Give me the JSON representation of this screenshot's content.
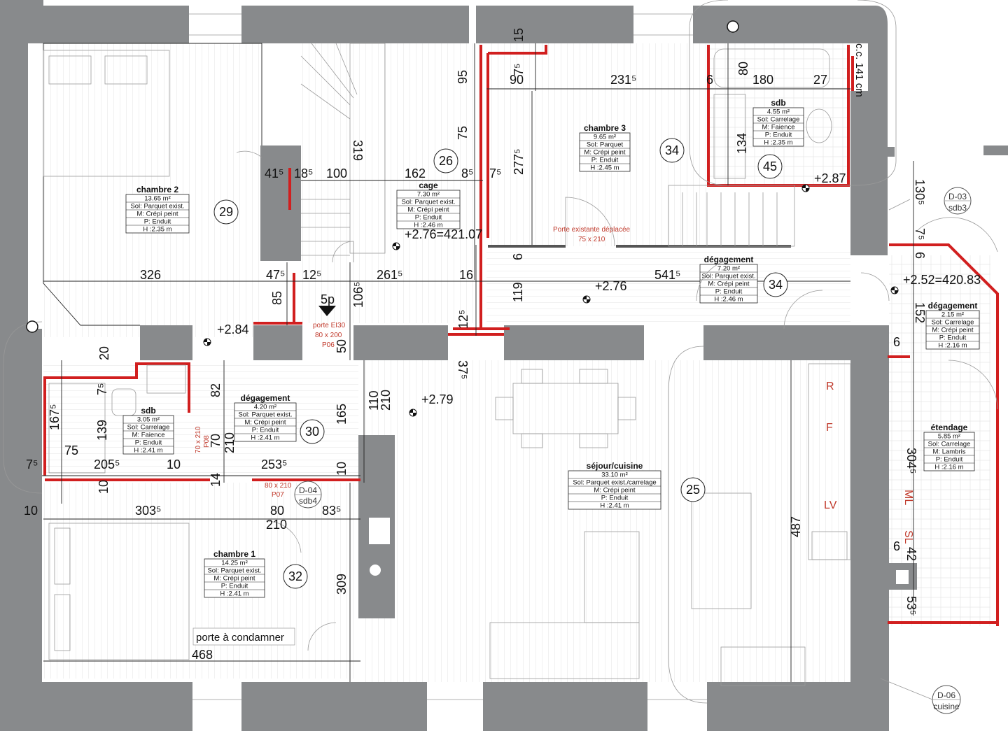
{
  "rooms": [
    {
      "id": "chambre2",
      "name": "chambre 2",
      "area": "13.65 m²",
      "sol": "Sol: Parquet exist.",
      "mur": "M: Crépi peint",
      "plafond": "P: Enduit",
      "hauteur": "H :2.35 m",
      "number": "29"
    },
    {
      "id": "cage",
      "name": "cage",
      "area": "7.30 m²",
      "sol": "Sol: Parquet exist.",
      "mur": "M: Crépi peint",
      "plafond": "P: Enduit",
      "hauteur": "H :2.46 m",
      "number": "26"
    },
    {
      "id": "chambre3",
      "name": "chambre 3",
      "area": "9.65 m²",
      "sol": "Sol: Parquet",
      "mur": "M: Crépi peint",
      "plafond": "P: Enduit",
      "hauteur": "H :2.45 m",
      "number": "34"
    },
    {
      "id": "sdb_top",
      "name": "sdb",
      "area": "4.55 m²",
      "sol": "Sol: Carrelage",
      "mur": "M: Faience",
      "plafond": "P: Enduit",
      "hauteur": "H :2.35 m",
      "number": "45"
    },
    {
      "id": "degagement_top",
      "name": "dégagement",
      "area": "7.20 m²",
      "sol": "Sol: Parquet exist.",
      "mur": "M: Crépi peint",
      "plafond": "P: Enduit",
      "hauteur": "H :2.46 m",
      "number": "34"
    },
    {
      "id": "degagement_right",
      "name": "dégagement",
      "area": "2.15 m²",
      "sol": "Sol: Carrelage",
      "mur": "M: Crépi peint",
      "plafond": "P: Enduit",
      "hauteur": "H :2.16 m"
    },
    {
      "id": "sdb_left",
      "name": "sdb",
      "area": "3.05 m²",
      "sol": "Sol: Carrelage",
      "mur": "M: Faience",
      "plafond": "P: Enduit",
      "hauteur": "H :2.41 m"
    },
    {
      "id": "degagement_mid",
      "name": "dégagement",
      "area": "4.20 m²",
      "sol": "Sol: Parquet exist.",
      "mur": "M: Crépi peint",
      "plafond": "P: Enduit",
      "hauteur": "H :2.41 m",
      "number": "30"
    },
    {
      "id": "sejour",
      "name": "séjour/cuisine",
      "area": "33.10 m²",
      "sol": "Sol: Parquet exist./carrelage",
      "mur": "M: Crépi peint",
      "plafond": "P: Enduit",
      "hauteur": "H :2.41 m",
      "number": "25"
    },
    {
      "id": "etendage",
      "name": "étendage",
      "area": "5.85 m²",
      "sol": "Sol: Carrelage",
      "mur": "M: Lambris",
      "plafond": "P: Enduit",
      "hauteur": "H :2.16 m"
    },
    {
      "id": "chambre1",
      "name": "chambre 1",
      "area": "14.25 m²",
      "sol": "Sol: Parquet exist.",
      "mur": "M: Crépi peint",
      "plafond": "P: Enduit",
      "hauteur": "H :2.41 m",
      "number": "32"
    }
  ],
  "levels": {
    "l1": "+2.76=421.07",
    "l2": "+2.76",
    "l3": "+2.87",
    "l4": "+2.84",
    "l5": "+2.79",
    "l6": "+2.52=420.83"
  },
  "doors": {
    "p06_type": "porte EI30",
    "p06_size": "80 x 200",
    "p06_id": "P06",
    "p07_size": "80 x 210",
    "p07_id": "P07",
    "p08_size": "70 x 210",
    "p08_id": "P08",
    "moved_label": "Porte existante déplacée",
    "moved_size": "75 x 210"
  },
  "tags": {
    "d03_id": "D-03",
    "d03_room": "sdb3",
    "d04_id": "D-04",
    "d04_room": "sdb4",
    "d06_id": "D-06",
    "d06_room": "cuisine"
  },
  "labels": {
    "stair_mark": "5p",
    "condemn": "porte à condamner",
    "cc": "c.c. 141 cm",
    "fridge": "R",
    "freezer": "F",
    "dishwasher": "LV",
    "washer": "ML",
    "dryer": "SL"
  },
  "dims": {
    "d15": "15",
    "d95": "95",
    "d75a": "75",
    "d90": "90",
    "d7_5a": "7⁵",
    "d231": "231⁵",
    "d6a": "6",
    "d180": "180",
    "d27": "27",
    "d80": "80",
    "d319": "319",
    "d26ring": "26",
    "d41": "41⁵",
    "d18": "18⁵",
    "d100": "100",
    "d162": "162",
    "d8": "8⁵",
    "d7_5b": "7⁵",
    "d277": "277⁵",
    "d134": "134",
    "d130": "130⁵",
    "d7_5c": "7⁵",
    "d6b": "6",
    "d326": "326",
    "d47": "47⁵",
    "d12": "12⁵",
    "d261": "261⁵",
    "d16": "16",
    "d6c": "6",
    "d541": "541⁵",
    "d85": "85",
    "d106": "106⁵",
    "d119": "119",
    "d12b": "12⁵",
    "d152": "152",
    "d6d": "6",
    "d20": "20",
    "d7_5d": "7⁵",
    "d82": "82",
    "d50": "50",
    "d37": "37⁵",
    "d110": "110",
    "d210a": "210",
    "d167": "167⁵",
    "d139": "139",
    "d75b": "75",
    "d205": "205⁵",
    "d10a": "10",
    "d70": "70",
    "d210b": "210",
    "d165": "165",
    "d253": "253⁵",
    "d10b": "10",
    "d14": "14",
    "d7_5e": "7⁵",
    "d10c": "10",
    "d10d": "10",
    "d303": "303⁵",
    "d80b": "80",
    "d83": "83⁵",
    "d210c": "210",
    "d487": "487",
    "d304": "304⁵",
    "d42": "42",
    "d6e": "6",
    "d53": "53⁵",
    "d309": "309",
    "d468": "468"
  }
}
